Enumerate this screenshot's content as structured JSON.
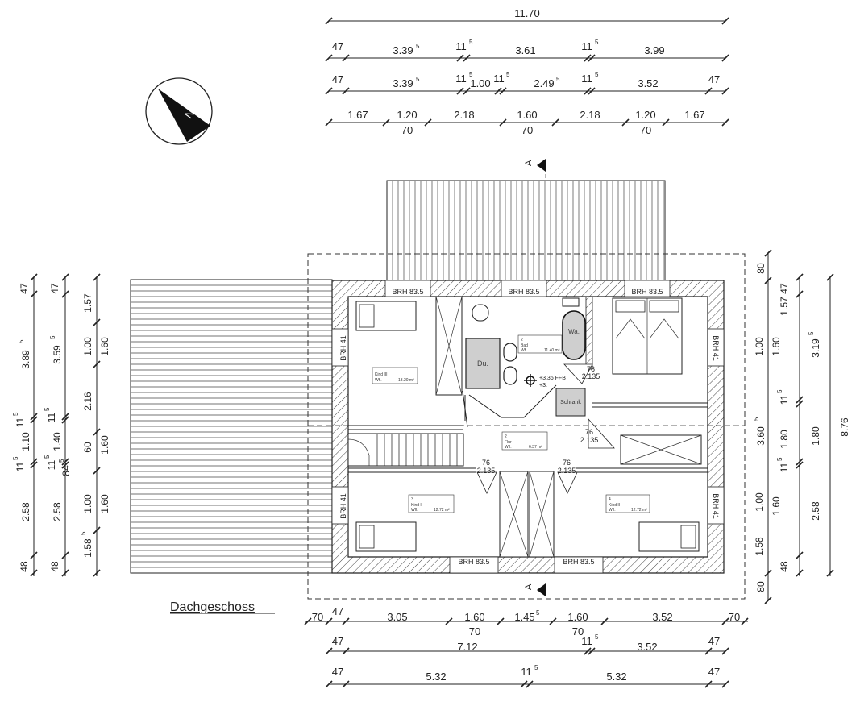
{
  "plan": {
    "title": "Dachgeschoss",
    "compass_letter": "N",
    "section_marker": "A",
    "brh_label": "BRH 83.5",
    "side_label": "BRH 41",
    "ffb_label": "+3.36 FFB",
    "ffb_label2": "+3.",
    "fixtures": {
      "dusche": "Du.",
      "wanne": "Wa.",
      "schrank": "Schrank"
    },
    "rooms": [
      {
        "num": "",
        "name": "Kind III",
        "area_label": "Wfl.",
        "area": "13.20 m²"
      },
      {
        "num": "2",
        "name": "Bad",
        "area_label": "Wfl.",
        "area": "11.40 m²"
      },
      {
        "num": "2",
        "name": "Flur",
        "area_label": "Wfl.",
        "area": "6.37 m²"
      },
      {
        "num": "3",
        "name": "Kind I",
        "area_label": "Wfl.",
        "area": "12.72 m²"
      },
      {
        "num": "4",
        "name": "Kind II",
        "area_label": "Wfl.",
        "area": "12.72 m²"
      }
    ],
    "door_labels": {
      "d1_top": "76",
      "d1_bot": "2.135",
      "d2_top": "76",
      "d2_bot": "2.135",
      "d3_top": "76",
      "d3_bot": "2.135",
      "d4_top": "76",
      "d4_bot": "2.135"
    }
  },
  "dims": {
    "top1": {
      "total": "11.70"
    },
    "top2": {
      "a": "47",
      "b": "3.39",
      "b_sup": "5",
      "c": "11",
      "c_sup": "5",
      "d": "3.61",
      "e": "11",
      "e_sup": "5",
      "f": "3.99"
    },
    "top3": {
      "a": "47",
      "b": "3.39",
      "b_sup": "5",
      "c": "11",
      "c_sup": "5",
      "d": "1.00",
      "e": "11",
      "e_sup": "5",
      "f": "2.49",
      "f_sup": "5",
      "g": "11",
      "g_sup": "5",
      "h": "3.52",
      "i": "47"
    },
    "top4": {
      "a": "1.67",
      "b": "1.20",
      "b2": "70",
      "c": "2.18",
      "d": "1.60",
      "d2": "70",
      "e": "2.18",
      "f": "1.20",
      "f2": "70",
      "g": "1.67"
    },
    "bot1": {
      "a": "70",
      "b": "47",
      "c": "3.05",
      "d": "1.60",
      "d2": "70",
      "e": "1.45",
      "e_sup": "5",
      "f": "1.60",
      "f2": "70",
      "g": "3.52",
      "h": "70"
    },
    "bot2": {
      "a": "47",
      "b": "7.12",
      "c": "11",
      "c_sup": "5",
      "d": "3.52",
      "e": "47"
    },
    "bot3": {
      "a": "47",
      "b": "5.32",
      "c": "11",
      "c_sup": "5",
      "d": "5.32",
      "e": "47"
    },
    "left1": {
      "a": "47",
      "b": "3.89",
      "b_sup": "5",
      "c": "11",
      "c_sup": "5",
      "d": "1.10",
      "e": "11",
      "e_sup": "5",
      "f": "2.58",
      "g": "48"
    },
    "left2": {
      "a": "47",
      "b": "3.59",
      "b_sup": "5",
      "c": "11",
      "c_sup": "5",
      "d": "1.40",
      "e": "11",
      "e_sup": "5",
      "f": "84",
      "f_sup": "5",
      "g": "2.58",
      "h": "48"
    },
    "left3": {
      "a": "1.57",
      "b": "1.00",
      "c": "2.16",
      "d": "60",
      "e": "1.00",
      "f": "1.58",
      "f_sup": "5",
      "g": "1.60",
      "h": "1.60",
      "i": "1.60"
    },
    "right1": {
      "a": "80",
      "b": "3.60",
      "b_sup": "5",
      "c": "80"
    },
    "right2": {
      "a": "47",
      "b": "1.57",
      "c": "1.00",
      "c2": "1.60",
      "d": "11",
      "d_sup": "5",
      "e": "1.80",
      "f": "11",
      "f_sup": "5",
      "g": "1.00",
      "g2": "1.60",
      "h": "1.58",
      "i": "48"
    },
    "right3": {
      "a": "47",
      "b": "3.19",
      "b_sup": "5",
      "c": "11",
      "c_sup": "5",
      "d": "1.80",
      "e": "11",
      "e_sup": "5",
      "f": "2.58",
      "g": "48"
    },
    "right4": {
      "total": "8.76"
    }
  }
}
